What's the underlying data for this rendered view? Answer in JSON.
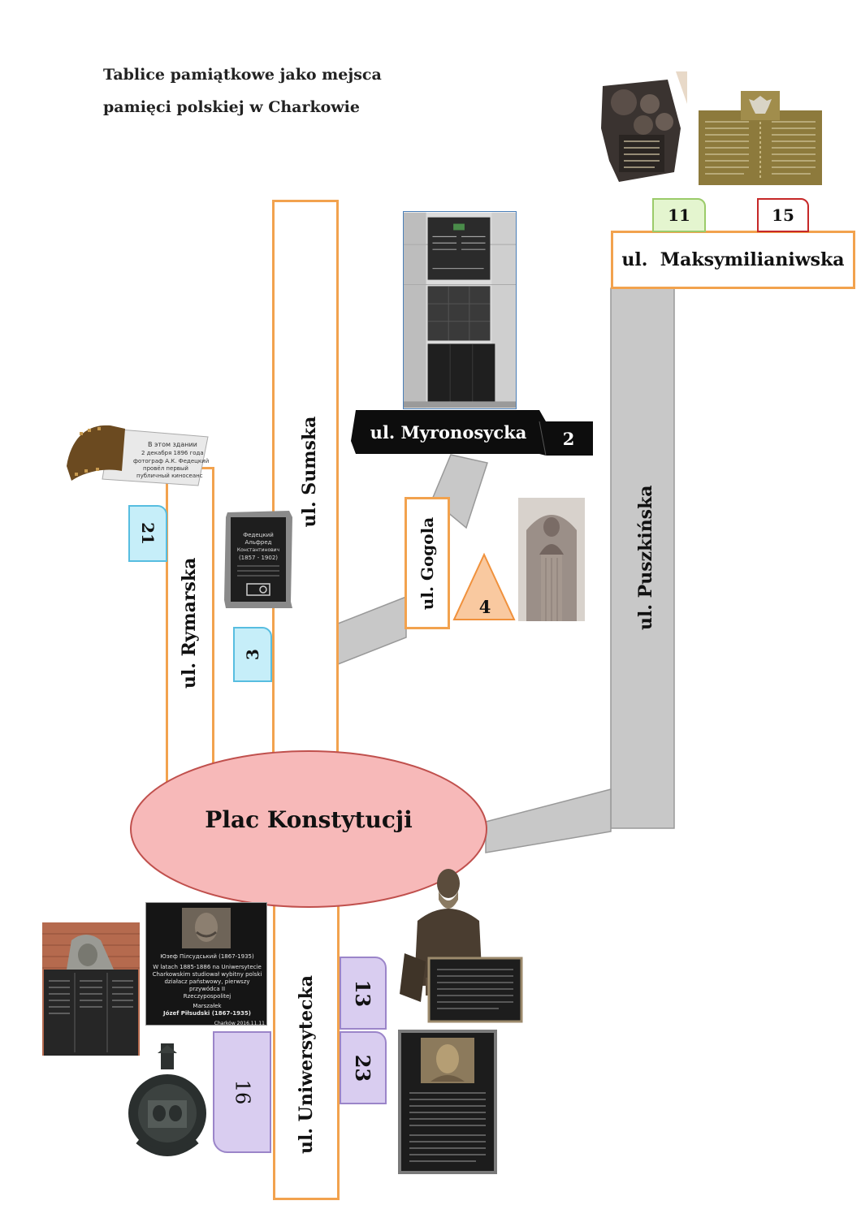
{
  "title": {
    "line1": "Tablice pamiątkowe jako mejsca",
    "line2": "pamięci polskiej w Charkowie"
  },
  "streets": {
    "sumska": "ul. Sumska",
    "rymarska": "ul. Rymarska",
    "myronosycka": "ul. Myronosycka",
    "gogola": "ul. Gogola",
    "puszkinska": "ul. Puszkińska",
    "maksymilianiwska": "ul.  Maksymilianiwska",
    "uniwersytecka": "ul. Uniwersytecka"
  },
  "square": {
    "label": "Plac Konstytucji"
  },
  "markers": {
    "m2": "2",
    "m3": "3",
    "m4": "4",
    "m11": "11",
    "m13": "13",
    "m15": "15",
    "m16": "16",
    "m21": "21",
    "m23": "23"
  },
  "plaques": {
    "rymarska_cinema": {
      "line1": "В этом здании",
      "line2": "2 декабря 1896 года",
      "line3": "фотограф А.К. Федецкий",
      "line4": "провёл первый",
      "line5": "публичный киносеанс"
    },
    "sumska_fedecki": {
      "line1": "Федецкий",
      "line2": "Альфред",
      "line3": "Константинович",
      "line4": "(1857 - 1902)"
    },
    "uniwersytecka_pilsudski": {
      "line1": "Юзеф Пілсудський (1867-1935)",
      "line2": "W latach 1885-1886 na Uniwersytecie",
      "line3": "Charkowskim studiował wybitny polski",
      "line4": "działacz państwowy, pierwszy przywódca II",
      "line5": "Rzeczypospolitej",
      "line6": "Marszałek",
      "line7": "Józef Piłsudski (1867-1935)",
      "line8": "Charków 2016.11.11"
    }
  },
  "colors": {
    "street_border": "#f2a24e",
    "road_grey": "#c8c8c8",
    "square_fill": "#f7b9b9",
    "square_border": "#c0504d",
    "myronosycka_bg": "#0d0d0d",
    "tab_blue": "#c6eef9",
    "tab_green": "#e4f5cf",
    "tab_purple": "#d9cdf0",
    "tab_orange": "#f9c9a0"
  }
}
